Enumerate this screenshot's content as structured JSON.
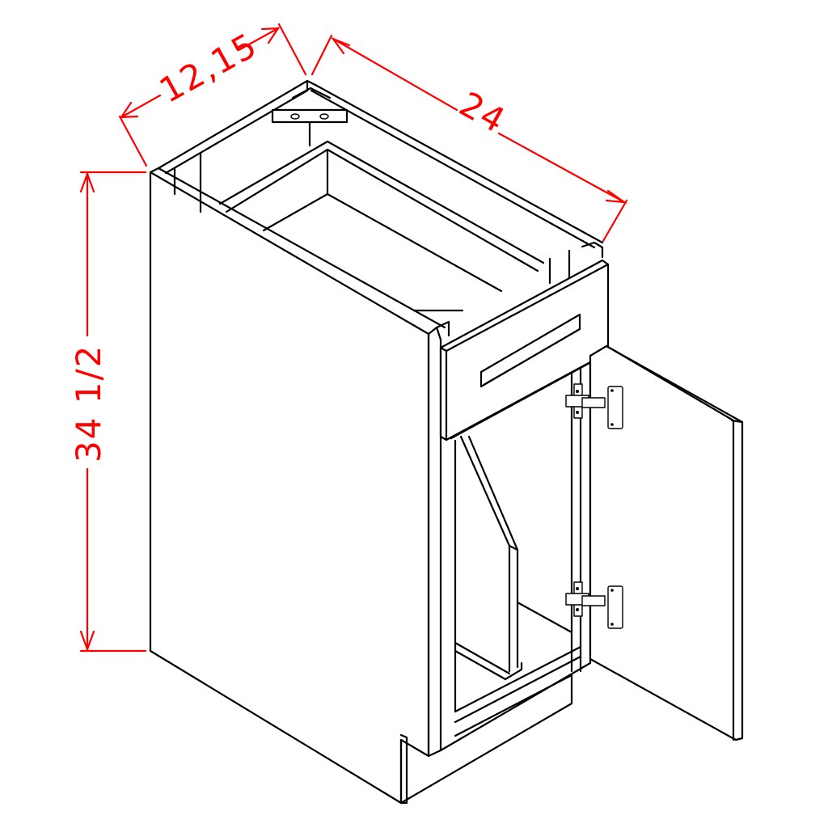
{
  "diagram": {
    "subject": "Base cabinet with top drawer, single door and pull-out tray divider",
    "dimensions": {
      "depth_label": "12,15",
      "width_label": "24",
      "height_label": "34 1/2"
    },
    "colors": {
      "dimension": "#ff0000",
      "line": "#000000",
      "background": "#ffffff"
    },
    "parts": [
      "side-panel",
      "face-frame",
      "drawer-front",
      "drawer-handle-recess",
      "door-open",
      "hinge-upper",
      "hinge-lower",
      "divider-panel",
      "bottom-tray",
      "toe-kick",
      "mounting-bracket"
    ]
  }
}
